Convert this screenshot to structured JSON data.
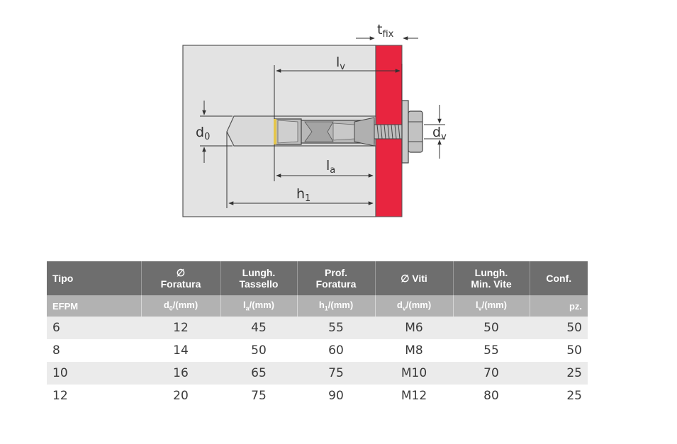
{
  "diagram": {
    "labels": {
      "t_fix": "t",
      "t_fix_sub": "fix",
      "l_v": "l",
      "l_v_sub": "v",
      "d_0": "d",
      "d_0_sub": "0",
      "d_v": "d",
      "d_v_sub": "v",
      "l_a": "l",
      "l_a_sub": "a",
      "h_1": "h",
      "h_1_sub": "1"
    }
  },
  "table": {
    "headers": [
      {
        "line1": "Tipo",
        "line2": ""
      },
      {
        "line1": "∅",
        "line2": "Foratura"
      },
      {
        "line1": "Lungh.",
        "line2": "Tassello"
      },
      {
        "line1": "Prof.",
        "line2": "Foratura"
      },
      {
        "line1": "∅ Viti",
        "line2": ""
      },
      {
        "line1": "Lungh.",
        "line2": "Min. Vite"
      },
      {
        "line1": "Conf.",
        "line2": ""
      }
    ],
    "units": [
      {
        "main": "EFPM",
        "sub": "",
        "rest": ""
      },
      {
        "main": "d",
        "sub": "0",
        "rest": "/(mm)"
      },
      {
        "main": "l",
        "sub": "a",
        "rest": "/(mm)"
      },
      {
        "main": "h",
        "sub": "1",
        "rest": "/(mm)"
      },
      {
        "main": "d",
        "sub": "v",
        "rest": "/(mm)"
      },
      {
        "main": "l",
        "sub": "v",
        "rest": "/(mm)"
      },
      {
        "main": "pz.",
        "sub": "",
        "rest": ""
      }
    ],
    "rows": [
      [
        "6",
        "12",
        "45",
        "55",
        "M6",
        "50",
        "50"
      ],
      [
        "8",
        "14",
        "50",
        "60",
        "M8",
        "55",
        "50"
      ],
      [
        "10",
        "16",
        "65",
        "75",
        "M10",
        "70",
        "25"
      ],
      [
        "12",
        "20",
        "75",
        "90",
        "M12",
        "80",
        "25"
      ]
    ]
  },
  "colors": {
    "concrete": "#e3e3e3",
    "fixture": "#e8253f",
    "header_bg": "#6e6e6e",
    "units_bg": "#b2b2b2",
    "row_stripe": "#ebebeb"
  }
}
